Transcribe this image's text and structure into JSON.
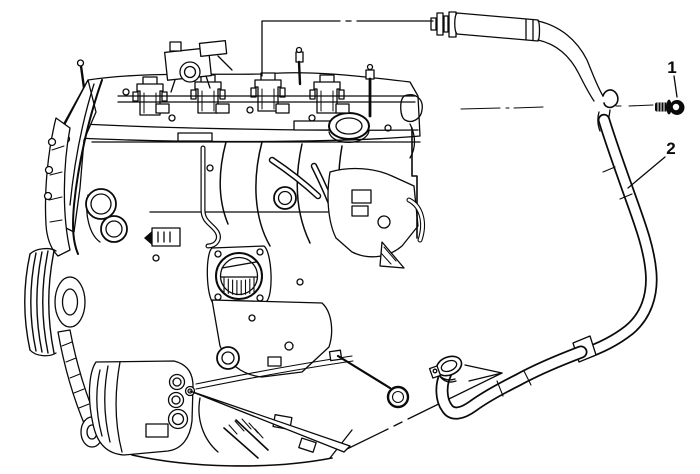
{
  "figure": {
    "background": "#ffffff",
    "ink": "#0a0a0a",
    "kind": "engine-service-line-illustration"
  },
  "callouts": [
    {
      "label": "1",
      "target": "bolt"
    },
    {
      "label": "2",
      "target": "hose"
    }
  ]
}
